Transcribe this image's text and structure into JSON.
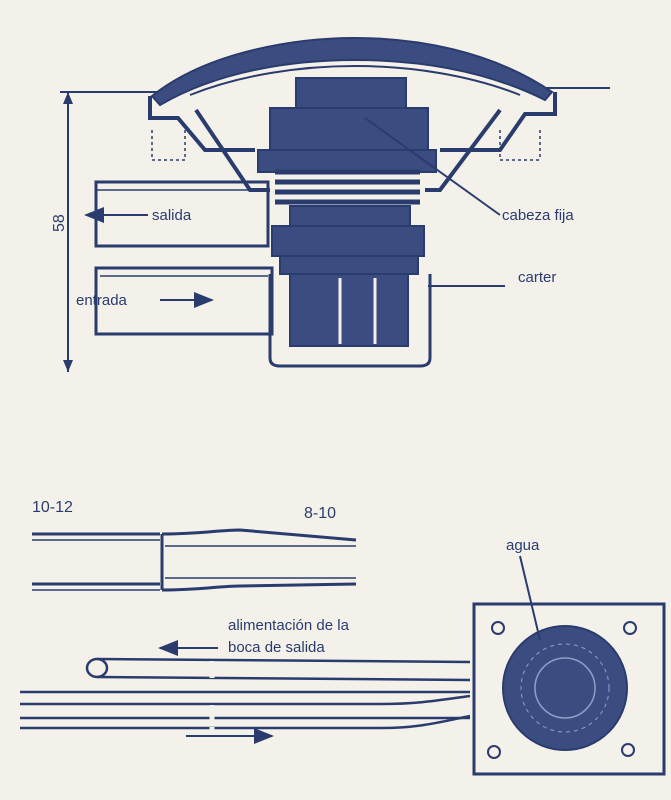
{
  "top": {
    "dimension": "58",
    "labels": {
      "salida": "salida",
      "entrada": "entrada",
      "cabeza_fija": "cabeza fija",
      "carter": "carter"
    }
  },
  "bottom": {
    "labels": {
      "left_size": "10-12",
      "right_size": "8-10",
      "agua": "agua",
      "alimentacion_line1": "alimentación de la",
      "alimentacion_line2": "boca de salida"
    }
  },
  "colors": {
    "ink": "#2a3c6e",
    "fill": "#3b4d80",
    "paper": "#f4f1ea"
  }
}
